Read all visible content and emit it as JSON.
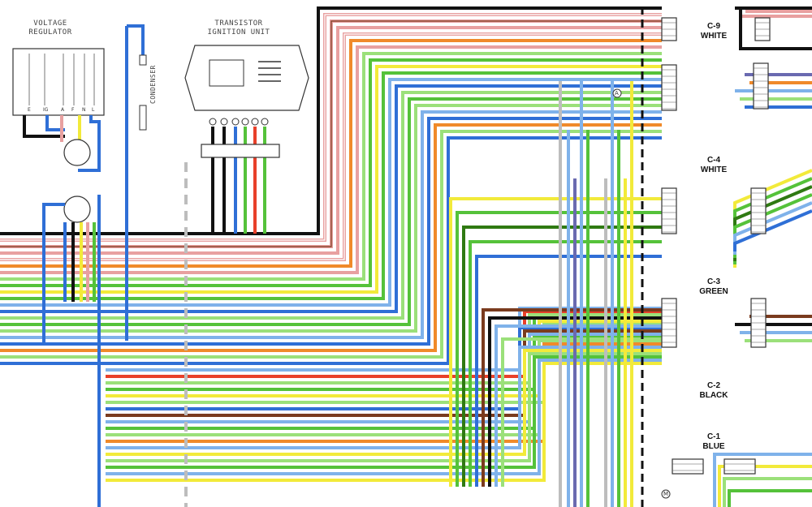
{
  "components": {
    "voltage_regulator": {
      "line1": "VOLTAGE",
      "line2": "REGULATOR",
      "pins": [
        "E",
        "IG",
        "A",
        "F",
        "N",
        "L"
      ]
    },
    "transistor_ignition_unit": {
      "line1": "TRANSISTOR",
      "line2": "IGNITION UNIT"
    },
    "condenser": {
      "label": "CONDENSER"
    }
  },
  "connectors": [
    {
      "id": "C-9",
      "color_name": "WHITE"
    },
    {
      "id": "C-4",
      "color_name": "WHITE"
    },
    {
      "id": "C-3",
      "color_name": "GREEN"
    },
    {
      "id": "C-2",
      "color_name": "BLACK"
    },
    {
      "id": "C-1",
      "color_name": "BLUE"
    }
  ],
  "markers": {
    "a": "A",
    "m": "M"
  },
  "wire_colors": {
    "black": "#111111",
    "brown": "#7a3b1e",
    "pink": "#e8a0a0",
    "orange": "#f08a2a",
    "red": "#e8402a",
    "green": "#55c23a",
    "light_green": "#9be07a",
    "yellow": "#f2ea3a",
    "blue": "#2f6fd6",
    "light_blue": "#7fb2ea",
    "white": "#ffffff",
    "violet": "#6a6ab0",
    "dark_green": "#2f7a12",
    "gray": "#bdbdbd"
  }
}
